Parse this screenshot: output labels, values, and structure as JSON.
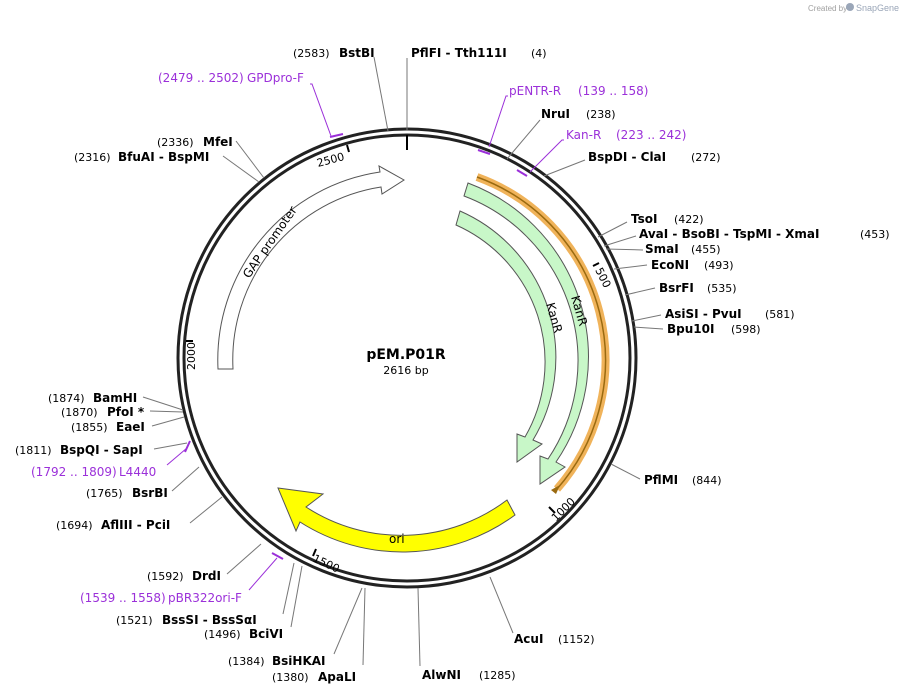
{
  "credit": {
    "created_by": "Created by",
    "brand": "SnapGene"
  },
  "plasmid": {
    "name": "pEM.P01R",
    "length": "2616 bp"
  },
  "ticks": [
    "500",
    "1000",
    "1500",
    "2000",
    "2500"
  ],
  "features": [
    {
      "name": "GAP promoter",
      "color": "#ffffff"
    },
    {
      "name": "KanR",
      "color": "#c8f7c8"
    },
    {
      "name": "KanR",
      "color": "#c8f7c8"
    },
    {
      "name": "ori",
      "color": "#ffff00"
    }
  ],
  "enzymes": [
    {
      "pos": "(2583)",
      "name": "BstBI"
    },
    {
      "pos": "(4)",
      "name": "PflFI  -  Tth111I"
    },
    {
      "pos": "(238)",
      "name": "NruI"
    },
    {
      "pos": "(272)",
      "name": "BspDI  -  ClaI"
    },
    {
      "pos": "(422)",
      "name": "TsoI"
    },
    {
      "pos": "(453)",
      "name": "AvaI  -  BsoBI  -  TspMI  -  XmaI"
    },
    {
      "pos": "(455)",
      "name": "SmaI"
    },
    {
      "pos": "(493)",
      "name": "EcoNI"
    },
    {
      "pos": "(535)",
      "name": "BsrFI"
    },
    {
      "pos": "(581)",
      "name": "AsiSI  -  PvuI"
    },
    {
      "pos": "(598)",
      "name": "Bpu10I"
    },
    {
      "pos": "(844)",
      "name": "PflMI"
    },
    {
      "pos": "(1152)",
      "name": "AcuI"
    },
    {
      "pos": "(1285)",
      "name": "AlwNI"
    },
    {
      "pos": "(1380)",
      "name": "ApaLI"
    },
    {
      "pos": "(1384)",
      "name": "BsiHKAI"
    },
    {
      "pos": "(1496)",
      "name": "BciVI"
    },
    {
      "pos": "(1521)",
      "name": "BssSI  -  BssSαI"
    },
    {
      "pos": "(1592)",
      "name": "DrdI"
    },
    {
      "pos": "(1694)",
      "name": "AflIII  -  PciI"
    },
    {
      "pos": "(1765)",
      "name": "BsrBI"
    },
    {
      "pos": "(1811)",
      "name": "BspQI  -  SapI"
    },
    {
      "pos": "(1855)",
      "name": "EaeI"
    },
    {
      "pos": "(1870)",
      "name": "PfoI *"
    },
    {
      "pos": "(1874)",
      "name": "BamHI"
    },
    {
      "pos": "(2316)",
      "name": "BfuAI  -  BspMI"
    },
    {
      "pos": "(2336)",
      "name": "MfeI"
    }
  ],
  "primers": [
    {
      "name": "GPDpro-F",
      "range": "(2479 .. 2502)"
    },
    {
      "name": "pENTR-R",
      "range": "(139 .. 158)"
    },
    {
      "name": "Kan-R",
      "range": "(223 .. 242)"
    },
    {
      "name": "L4440",
      "range": "(1792 .. 1809)"
    },
    {
      "name": "pBR322ori-F",
      "range": "(1539 .. 1558)"
    }
  ]
}
